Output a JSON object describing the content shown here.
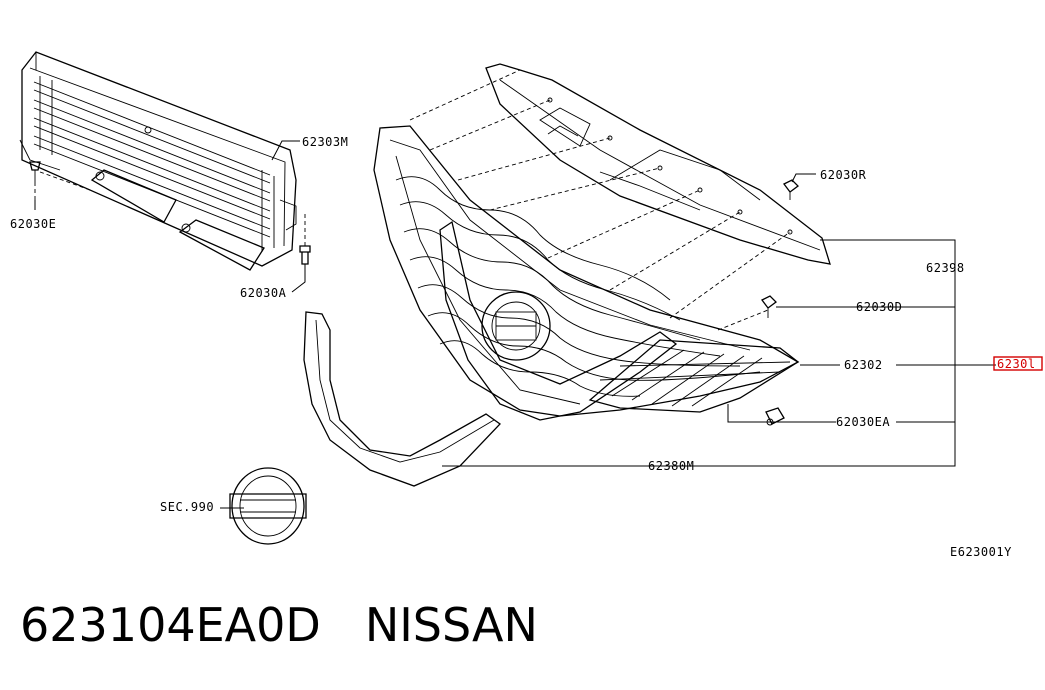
{
  "diagram": {
    "callouts": {
      "c_62303M": "62303M",
      "c_62030E": "62030E",
      "c_62030A": "62030A",
      "c_62030R": "62030R",
      "c_62398": "62398",
      "c_62030D": "62030D",
      "c_62302": "62302",
      "c_62310": "6230l",
      "c_62030EA": "62030EA",
      "c_62380M": "62380M",
      "c_sec990": "SEC.990"
    },
    "figure_code": "E623001Y",
    "highlight_color": "#d40000"
  },
  "footer": {
    "part_number": "623104EA0D",
    "brand": "NISSAN"
  }
}
